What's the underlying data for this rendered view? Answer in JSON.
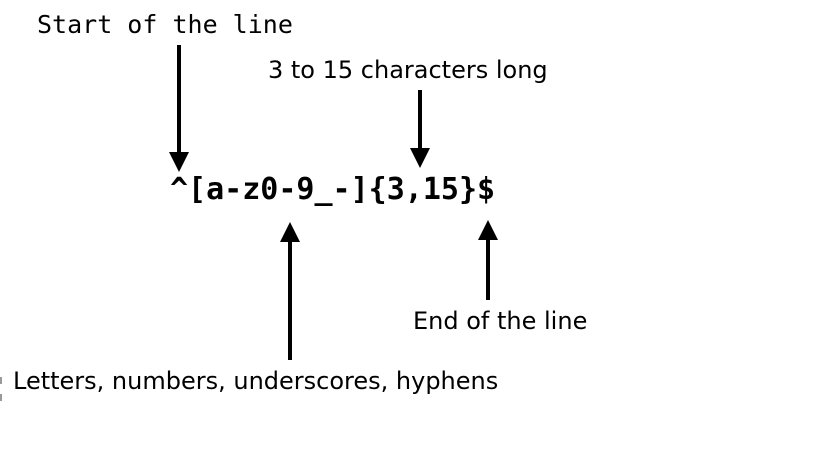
{
  "diagram": {
    "regex_pattern": "^[a-z0-9_-]{3,15}$",
    "annotations": {
      "start": {
        "label": "Start of the line"
      },
      "length": {
        "label": "3 to 15 characters long"
      },
      "charclass": {
        "label": "Letters, numbers, underscores, hyphens"
      },
      "end": {
        "label": "End of the line"
      }
    },
    "colors": {
      "ink": "#000000",
      "background": "#ffffff"
    }
  }
}
